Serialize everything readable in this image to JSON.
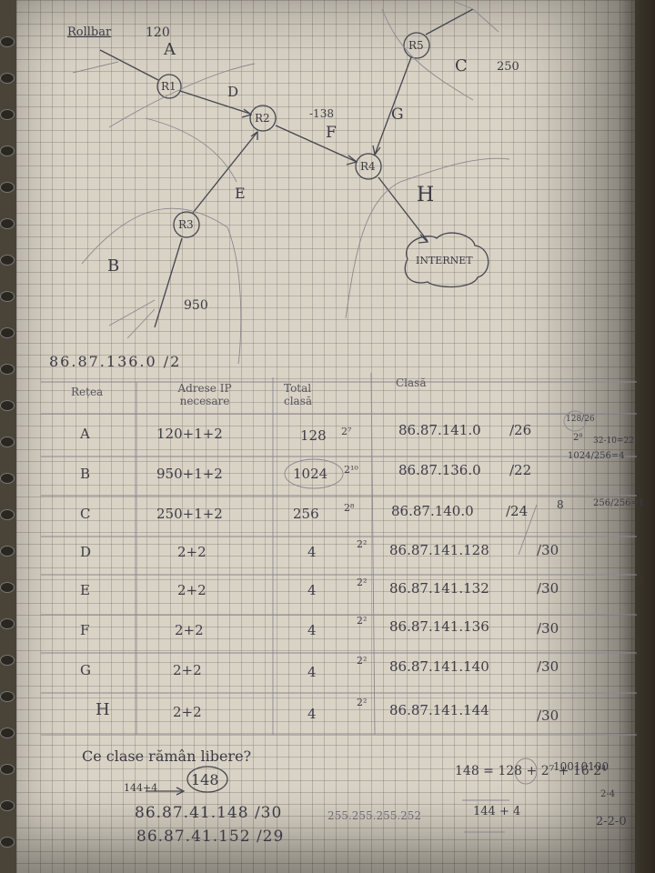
{
  "diagram": {
    "top_label": "Rollbar",
    "routers": [
      "R1",
      "R2",
      "R3",
      "R4",
      "R5"
    ],
    "network_labels": {
      "A": "A",
      "A_hosts": "120",
      "B": "B",
      "B_hosts": "950",
      "C": "C",
      "C_hosts": "250",
      "D": "D",
      "E": "E",
      "F": "F",
      "G": "G",
      "H": "H",
      "note_f": "-138"
    },
    "internet": "INTERNET"
  },
  "base_address": "86.87.136.0 /2",
  "table": {
    "headers": [
      "Rețea",
      "Adrese IP necesare",
      "Total clasă",
      "Clasă"
    ],
    "rows": [
      {
        "net": "A",
        "need": "120+1+2",
        "total": "128",
        "pow": "2⁷",
        "cls": "86.87.141.0",
        "mask": "/26"
      },
      {
        "net": "B",
        "need": "950+1+2",
        "total": "1024",
        "pow": "2¹⁰",
        "cls": "86.87.136.0",
        "mask": "/22"
      },
      {
        "net": "C",
        "need": "250+1+2",
        "total": "256",
        "pow": "2⁸",
        "cls": "86.87.140.0",
        "mask": "/24"
      },
      {
        "net": "D",
        "need": "2+2",
        "total": "4",
        "pow": "2²",
        "cls": "86.87.141.128",
        "mask": "/30"
      },
      {
        "net": "E",
        "need": "2+2",
        "total": "4",
        "pow": "2²",
        "cls": "86.87.141.132",
        "mask": "/30"
      },
      {
        "net": "F",
        "need": "2+2",
        "total": "4",
        "pow": "2²",
        "cls": "86.87.141.136",
        "mask": "/30"
      },
      {
        "net": "G",
        "need": "2+2",
        "total": "4",
        "pow": "2²",
        "cls": "86.87.141.140",
        "mask": "/30"
      },
      {
        "net": "H",
        "need": "2+2",
        "total": "4",
        "pow": "2²",
        "cls": "86.87.141.144",
        "mask": "/30"
      }
    ]
  },
  "side_notes": [
    "128/26",
    "2⁸",
    "32-10=22",
    "1024/256=4",
    "8",
    "256/256=1"
  ],
  "bottom": {
    "question": "Ce clase rămân libere?",
    "arrow_note": "144+4",
    "circled": "148",
    "free1": "86.87.41.148 /30",
    "mask1": "255.255.255.252",
    "free2": "86.87.41.152 /29",
    "calc": "148 = 128 + 2⁷ + 16 2⁴",
    "calc2": "144 + 4",
    "binary": "10010100",
    "bin2": "2-4",
    "bin3": "2-2-0"
  }
}
